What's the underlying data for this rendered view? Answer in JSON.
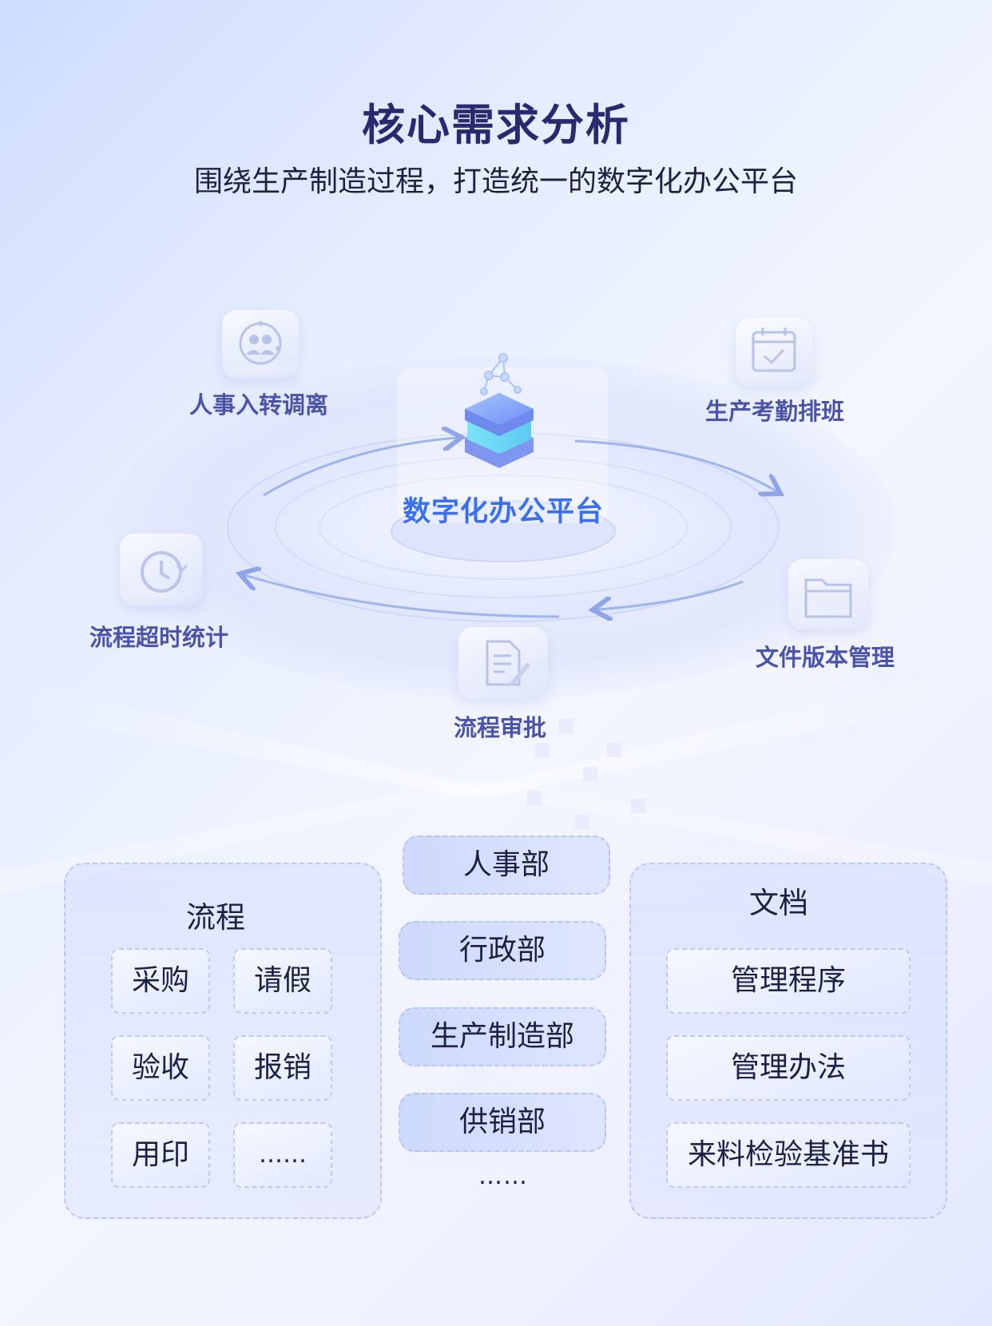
{
  "header": {
    "title": "核心需求分析",
    "subtitle": "围绕生产制造过程，打造统一的数字化办公平台"
  },
  "platform": {
    "center_label": "数字化办公平台",
    "features": [
      {
        "label": "人事入转调离",
        "icon": "people-group-icon"
      },
      {
        "label": "生产考勤排班",
        "icon": "calendar-check-icon"
      },
      {
        "label": "流程超时统计",
        "icon": "clock-icon"
      },
      {
        "label": "文件版本管理",
        "icon": "folder-icon"
      },
      {
        "label": "流程审批",
        "icon": "document-edit-icon"
      }
    ]
  },
  "panels": {
    "process": {
      "title": "流程",
      "items": [
        "采购",
        "请假",
        "验收",
        "报销",
        "用印",
        "……"
      ]
    },
    "departments": {
      "items": [
        "人事部",
        "行政部",
        "生产制造部",
        "供销部"
      ],
      "more": "……"
    },
    "documents": {
      "title": "文档",
      "items": [
        "管理程序",
        "管理办法",
        "来料检验基准书"
      ]
    }
  },
  "colors": {
    "title": "#28296e",
    "feature_label": "#4b54a6",
    "center_label": "#3a6ff0",
    "body_text": "#1d1f45"
  }
}
